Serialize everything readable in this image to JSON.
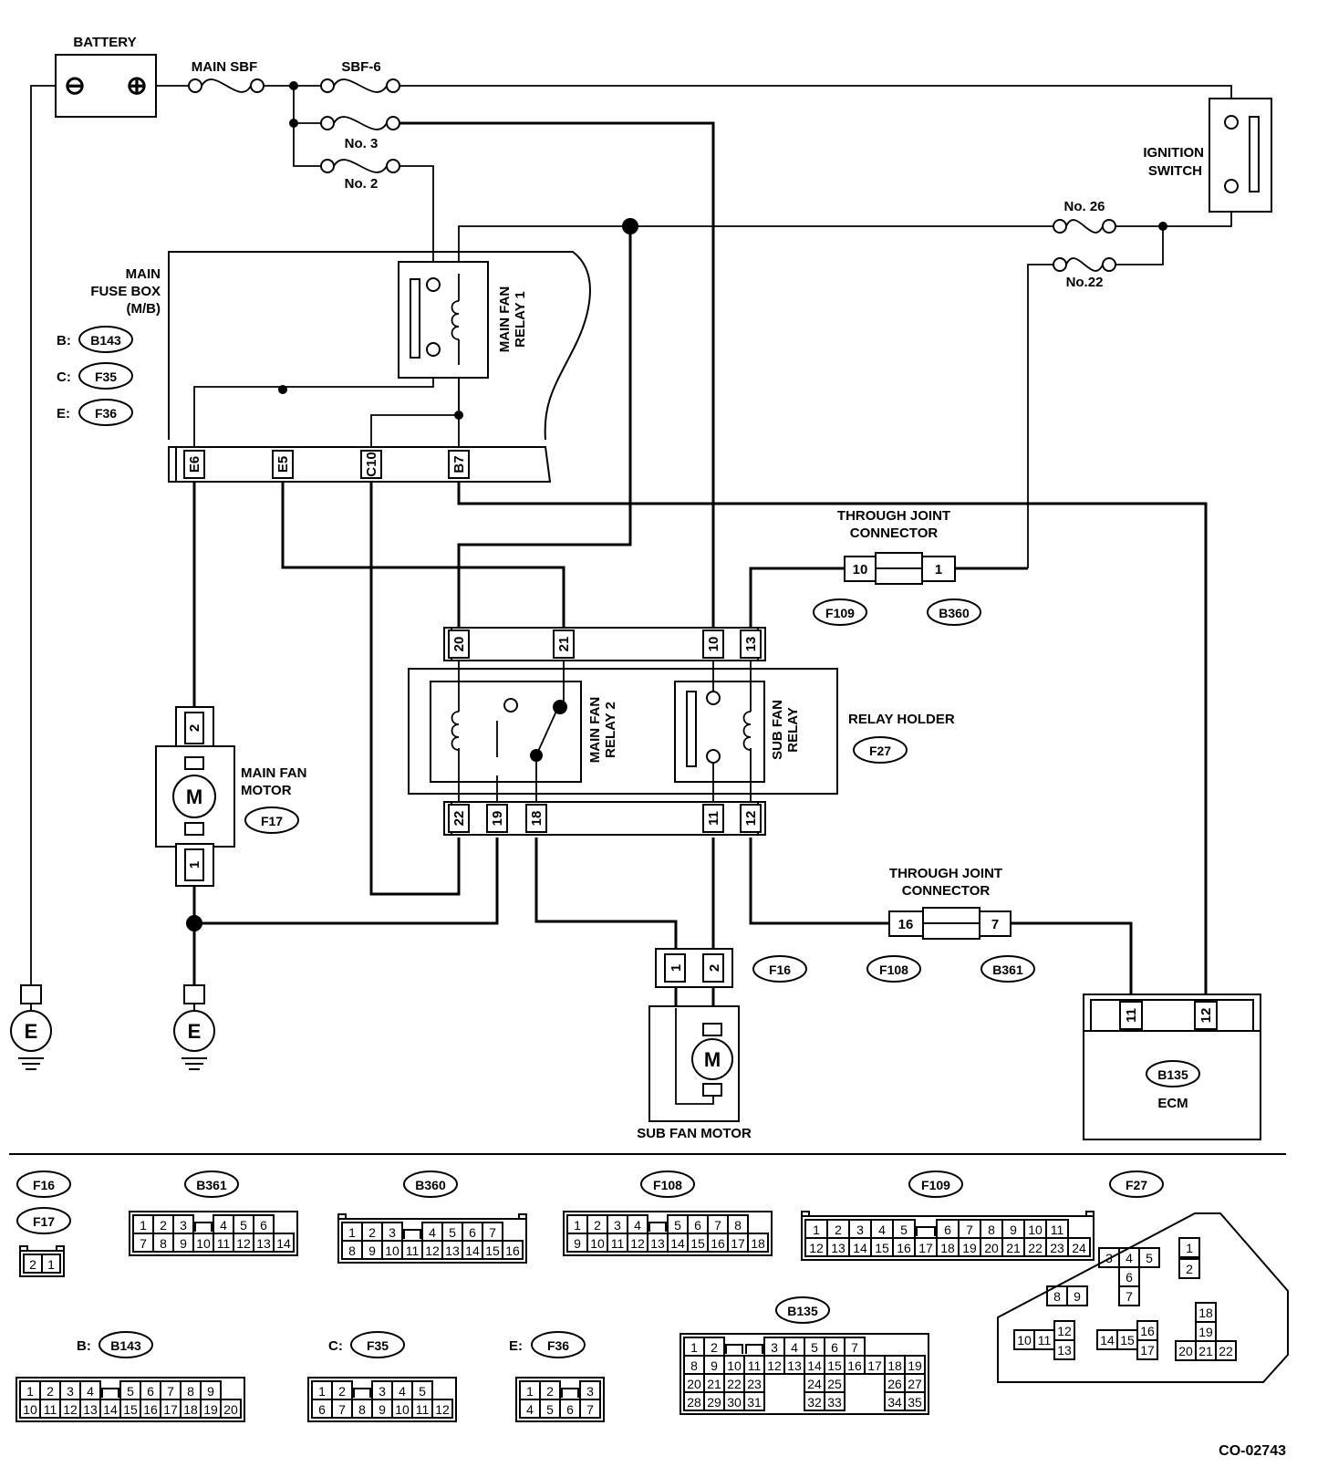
{
  "labels": {
    "battery": "BATTERY",
    "main_sbf": "MAIN SBF",
    "sbf6": "SBF-6",
    "no3": "No. 3",
    "no2": "No. 2",
    "no26": "No. 26",
    "no22": "No.22",
    "ignition_switch_1": "IGNITION",
    "ignition_switch_2": "SWITCH",
    "main_fuse_box_1": "MAIN",
    "main_fuse_box_2": "FUSE BOX",
    "main_fuse_box_3": "(M/B)",
    "fb_b": "B:",
    "fb_c": "C:",
    "fb_e": "E:",
    "main_fan_relay1_1": "MAIN FAN",
    "main_fan_relay1_2": "RELAY 1",
    "main_fan_relay2_1": "MAIN FAN",
    "main_fan_relay2_2": "RELAY 2",
    "sub_fan_relay_1": "SUB FAN",
    "sub_fan_relay_2": "RELAY",
    "relay_holder": "RELAY HOLDER",
    "through_joint_1": "THROUGH JOINT",
    "through_joint_2": "CONNECTOR",
    "main_fan_motor_1": "MAIN FAN",
    "main_fan_motor_2": "MOTOR",
    "sub_fan_motor": "SUB FAN MOTOR",
    "ecm": "ECM",
    "motor": "M",
    "ground": "E",
    "minus": "⊖",
    "plus": "⊕",
    "diagram_code": "CO-02743"
  },
  "connector_ids": {
    "B143": "B143",
    "F35": "F35",
    "F36": "F36",
    "F109": "F109",
    "B360": "B360",
    "F27": "F27",
    "F17": "F17",
    "F16": "F16",
    "F108": "F108",
    "B361": "B361",
    "B135": "B135"
  },
  "pins": {
    "fusebox": [
      "E6",
      "E5",
      "C10",
      "B7"
    ],
    "relay_top": [
      "20",
      "21",
      "10",
      "13"
    ],
    "relay_bottom": [
      "22",
      "19",
      "18",
      "11",
      "12"
    ],
    "joint1": [
      "10",
      "1"
    ],
    "joint2": [
      "16",
      "7"
    ],
    "main_motor": [
      "2",
      "1"
    ],
    "sub_motor": [
      "1",
      "2"
    ],
    "ecm": [
      "11",
      "12"
    ]
  },
  "connector_faces": {
    "F16_F17": [
      [
        "2",
        "1"
      ]
    ],
    "B361": [
      [
        "1",
        "2",
        "3",
        "",
        "4",
        "5",
        "6"
      ],
      [
        "7",
        "8",
        "9",
        "10",
        "11",
        "12",
        "13",
        "14"
      ]
    ],
    "B360": [
      [
        "1",
        "2",
        "3",
        "",
        "4",
        "5",
        "6",
        "7"
      ],
      [
        "8",
        "9",
        "10",
        "11",
        "12",
        "13",
        "14",
        "15",
        "16"
      ]
    ],
    "F108": [
      [
        "1",
        "2",
        "3",
        "4",
        "",
        "5",
        "6",
        "7",
        "8"
      ],
      [
        "9",
        "10",
        "11",
        "12",
        "13",
        "14",
        "15",
        "16",
        "17",
        "18"
      ]
    ],
    "F109": [
      [
        "1",
        "2",
        "3",
        "4",
        "5",
        "",
        "6",
        "7",
        "8",
        "9",
        "10",
        "11"
      ],
      [
        "12",
        "13",
        "14",
        "15",
        "16",
        "17",
        "18",
        "19",
        "20",
        "21",
        "22",
        "23",
        "24"
      ]
    ],
    "B143": [
      [
        "1",
        "2",
        "3",
        "4",
        "",
        "5",
        "6",
        "7",
        "8",
        "9"
      ],
      [
        "10",
        "11",
        "12",
        "13",
        "14",
        "15",
        "16",
        "17",
        "18",
        "19",
        "20"
      ]
    ],
    "F35": [
      [
        "1",
        "2",
        "",
        "3",
        "4",
        "5"
      ],
      [
        "6",
        "7",
        "8",
        "9",
        "10",
        "11",
        "12"
      ]
    ],
    "F36": [
      [
        "1",
        "2",
        "",
        "3"
      ],
      [
        "4",
        "5",
        "6",
        "7"
      ]
    ],
    "B135": [
      [
        "1",
        "2",
        "",
        "",
        "3",
        "4",
        "5",
        "6",
        "7"
      ],
      [
        "8",
        "9",
        "10",
        "11",
        "12",
        "13",
        "14",
        "15",
        "16",
        "17",
        "18",
        "19"
      ],
      [
        "20",
        "21",
        "22",
        "23",
        "",
        "",
        "24",
        "25",
        "",
        "",
        "26",
        "27"
      ],
      [
        "28",
        "29",
        "30",
        "31",
        "",
        "",
        "32",
        "33",
        "",
        "",
        "34",
        "35"
      ]
    ],
    "F27": [
      "1",
      "2",
      "3",
      "4",
      "5",
      "6",
      "7",
      "8",
      "9",
      "10",
      "11",
      "12",
      "13",
      "14",
      "15",
      "16",
      "17",
      "18",
      "19",
      "20",
      "21",
      "22"
    ]
  }
}
